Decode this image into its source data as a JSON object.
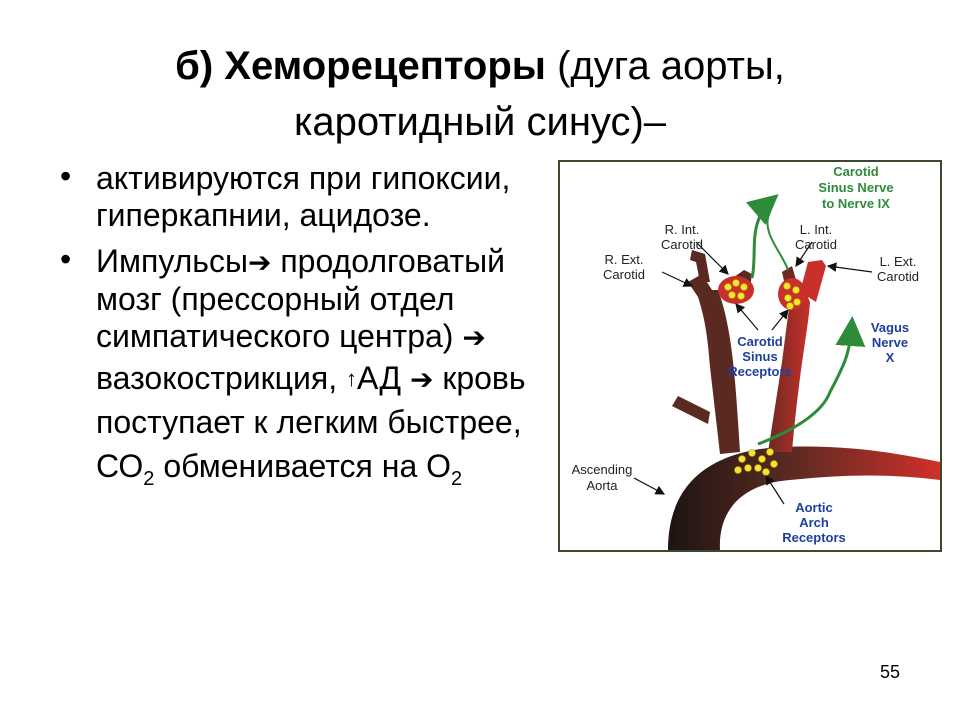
{
  "title": {
    "bold": "б) Хеморецепторы",
    "rest_line1": " (дуга аорты,",
    "line2": "каротидный синус)–"
  },
  "bullets": [
    {
      "text": "активируются при гипоксии, гиперкапнии, ацидозе."
    },
    {
      "part1": "Импульсы",
      "arrow": "➔",
      "part2": " продолговатый мозг (прессорный отдел симпатического центра) ",
      "part3": " вазокострикция, ",
      "uparrow": "↑",
      "part4": "АД ",
      "part5": " кровь поступает к легким быстрее, СО",
      "sub1": "2",
      "part6": " обменивается на О",
      "sub2": "2"
    }
  ],
  "diagram": {
    "labels": {
      "carotid_nerve_1": "Carotid",
      "carotid_nerve_2": "Sinus Nerve",
      "carotid_nerve_3": "to Nerve IX",
      "r_int_1": "R. Int.",
      "r_int_2": "Carotid",
      "l_int_1": "L. Int.",
      "l_int_2": "Carotid",
      "r_ext_1": "R. Ext.",
      "r_ext_2": "Carotid",
      "l_ext_1": "L. Ext.",
      "l_ext_2": "Carotid",
      "vagus_1": "Vagus",
      "vagus_2": "Nerve",
      "vagus_3": "X",
      "sinus_rec_1": "Carotid",
      "sinus_rec_2": "Sinus",
      "sinus_rec_3": "Receptors",
      "asc_1": "Ascending",
      "asc_2": "Aorta",
      "arch_1": "Aortic",
      "arch_2": "Arch",
      "arch_3": "Receptors"
    },
    "colors": {
      "vessel_dark": "#5a2a22",
      "vessel_red": "#c8302a",
      "nerve_green": "#2e8b3a",
      "receptor_yellow": "#f5e42a"
    }
  },
  "page_number": "55"
}
